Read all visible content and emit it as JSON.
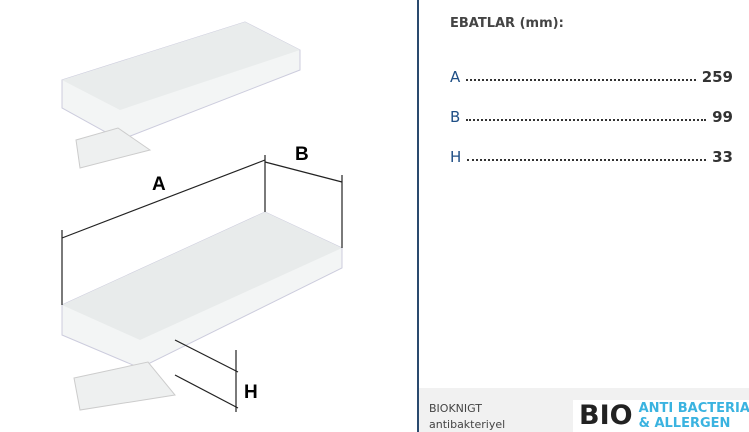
{
  "drawing": {
    "labels": {
      "a": "A",
      "b": "B",
      "h": "H"
    }
  },
  "specs": {
    "title": "EBATLAR (mm):",
    "rows": [
      {
        "key": "A",
        "value": "259"
      },
      {
        "key": "B",
        "value": "99"
      },
      {
        "key": "H",
        "value": "33"
      }
    ]
  },
  "bottom": {
    "name": "BIOKNIGT",
    "desc": "antibakteriyel",
    "logo_main": "BIO",
    "logo_line1": "ANTI BACTERIA",
    "logo_line2": "& ALLERGEN"
  }
}
